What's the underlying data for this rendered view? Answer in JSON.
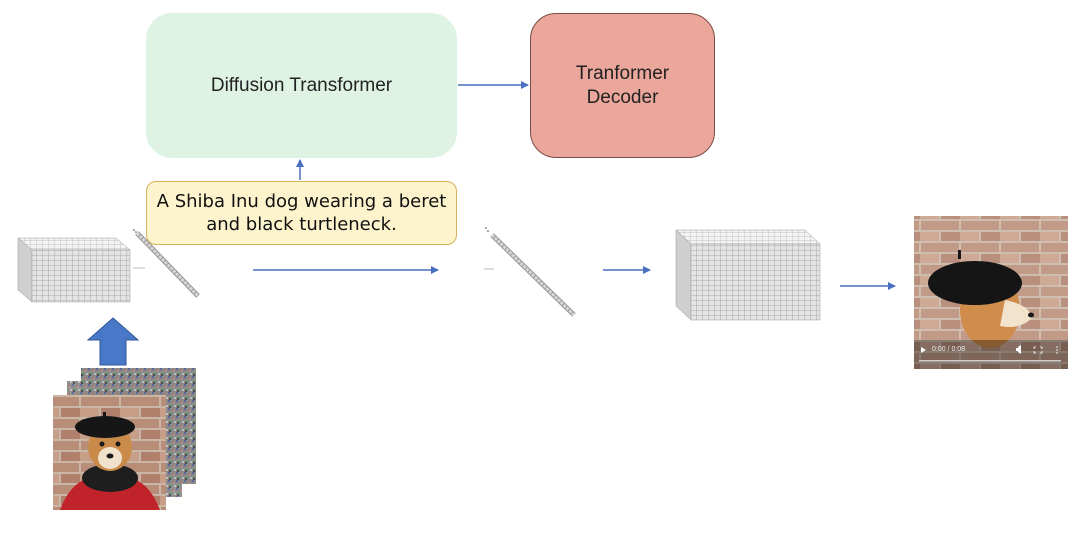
{
  "diagram": {
    "dit_label": "Diffusion Transformer",
    "decoder_label": "Tranformer\nDecoder",
    "prompt_text": "A Shiba Inu dog wearing a beret\nand black turtleneck.",
    "video_time": "0:00 / 0:08",
    "colors": {
      "dit": "#dff3e4",
      "decoder": "#eba79b",
      "prompt": "#fdf3cc",
      "arrow": "#4a6fc0",
      "up_arrow": "#4a78c8"
    },
    "icons": [
      "play-icon",
      "volume-icon",
      "fullscreen-icon",
      "more-icon"
    ]
  }
}
